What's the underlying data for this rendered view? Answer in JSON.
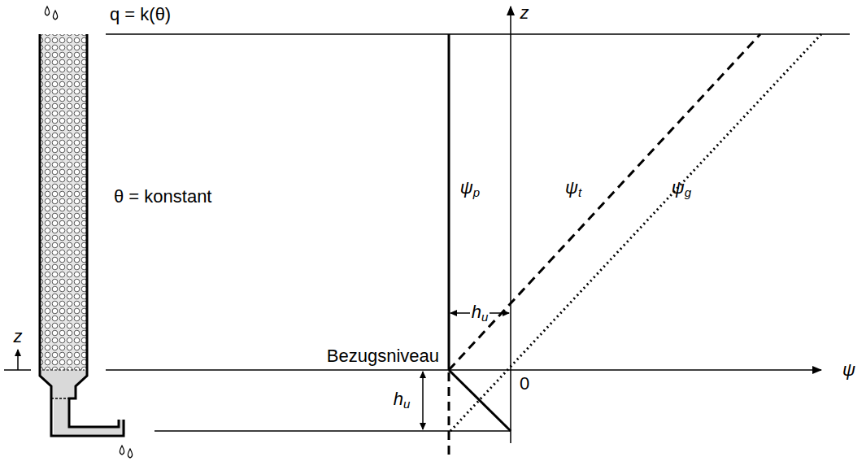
{
  "diagram": {
    "labels": [
      "q = k(θ)",
      "z",
      "z",
      "θ = konstant",
      "ψp",
      "ψt",
      "ψg",
      "hu",
      "Bezugsniveau",
      "hu",
      "0",
      "ψ"
    ]
  }
}
